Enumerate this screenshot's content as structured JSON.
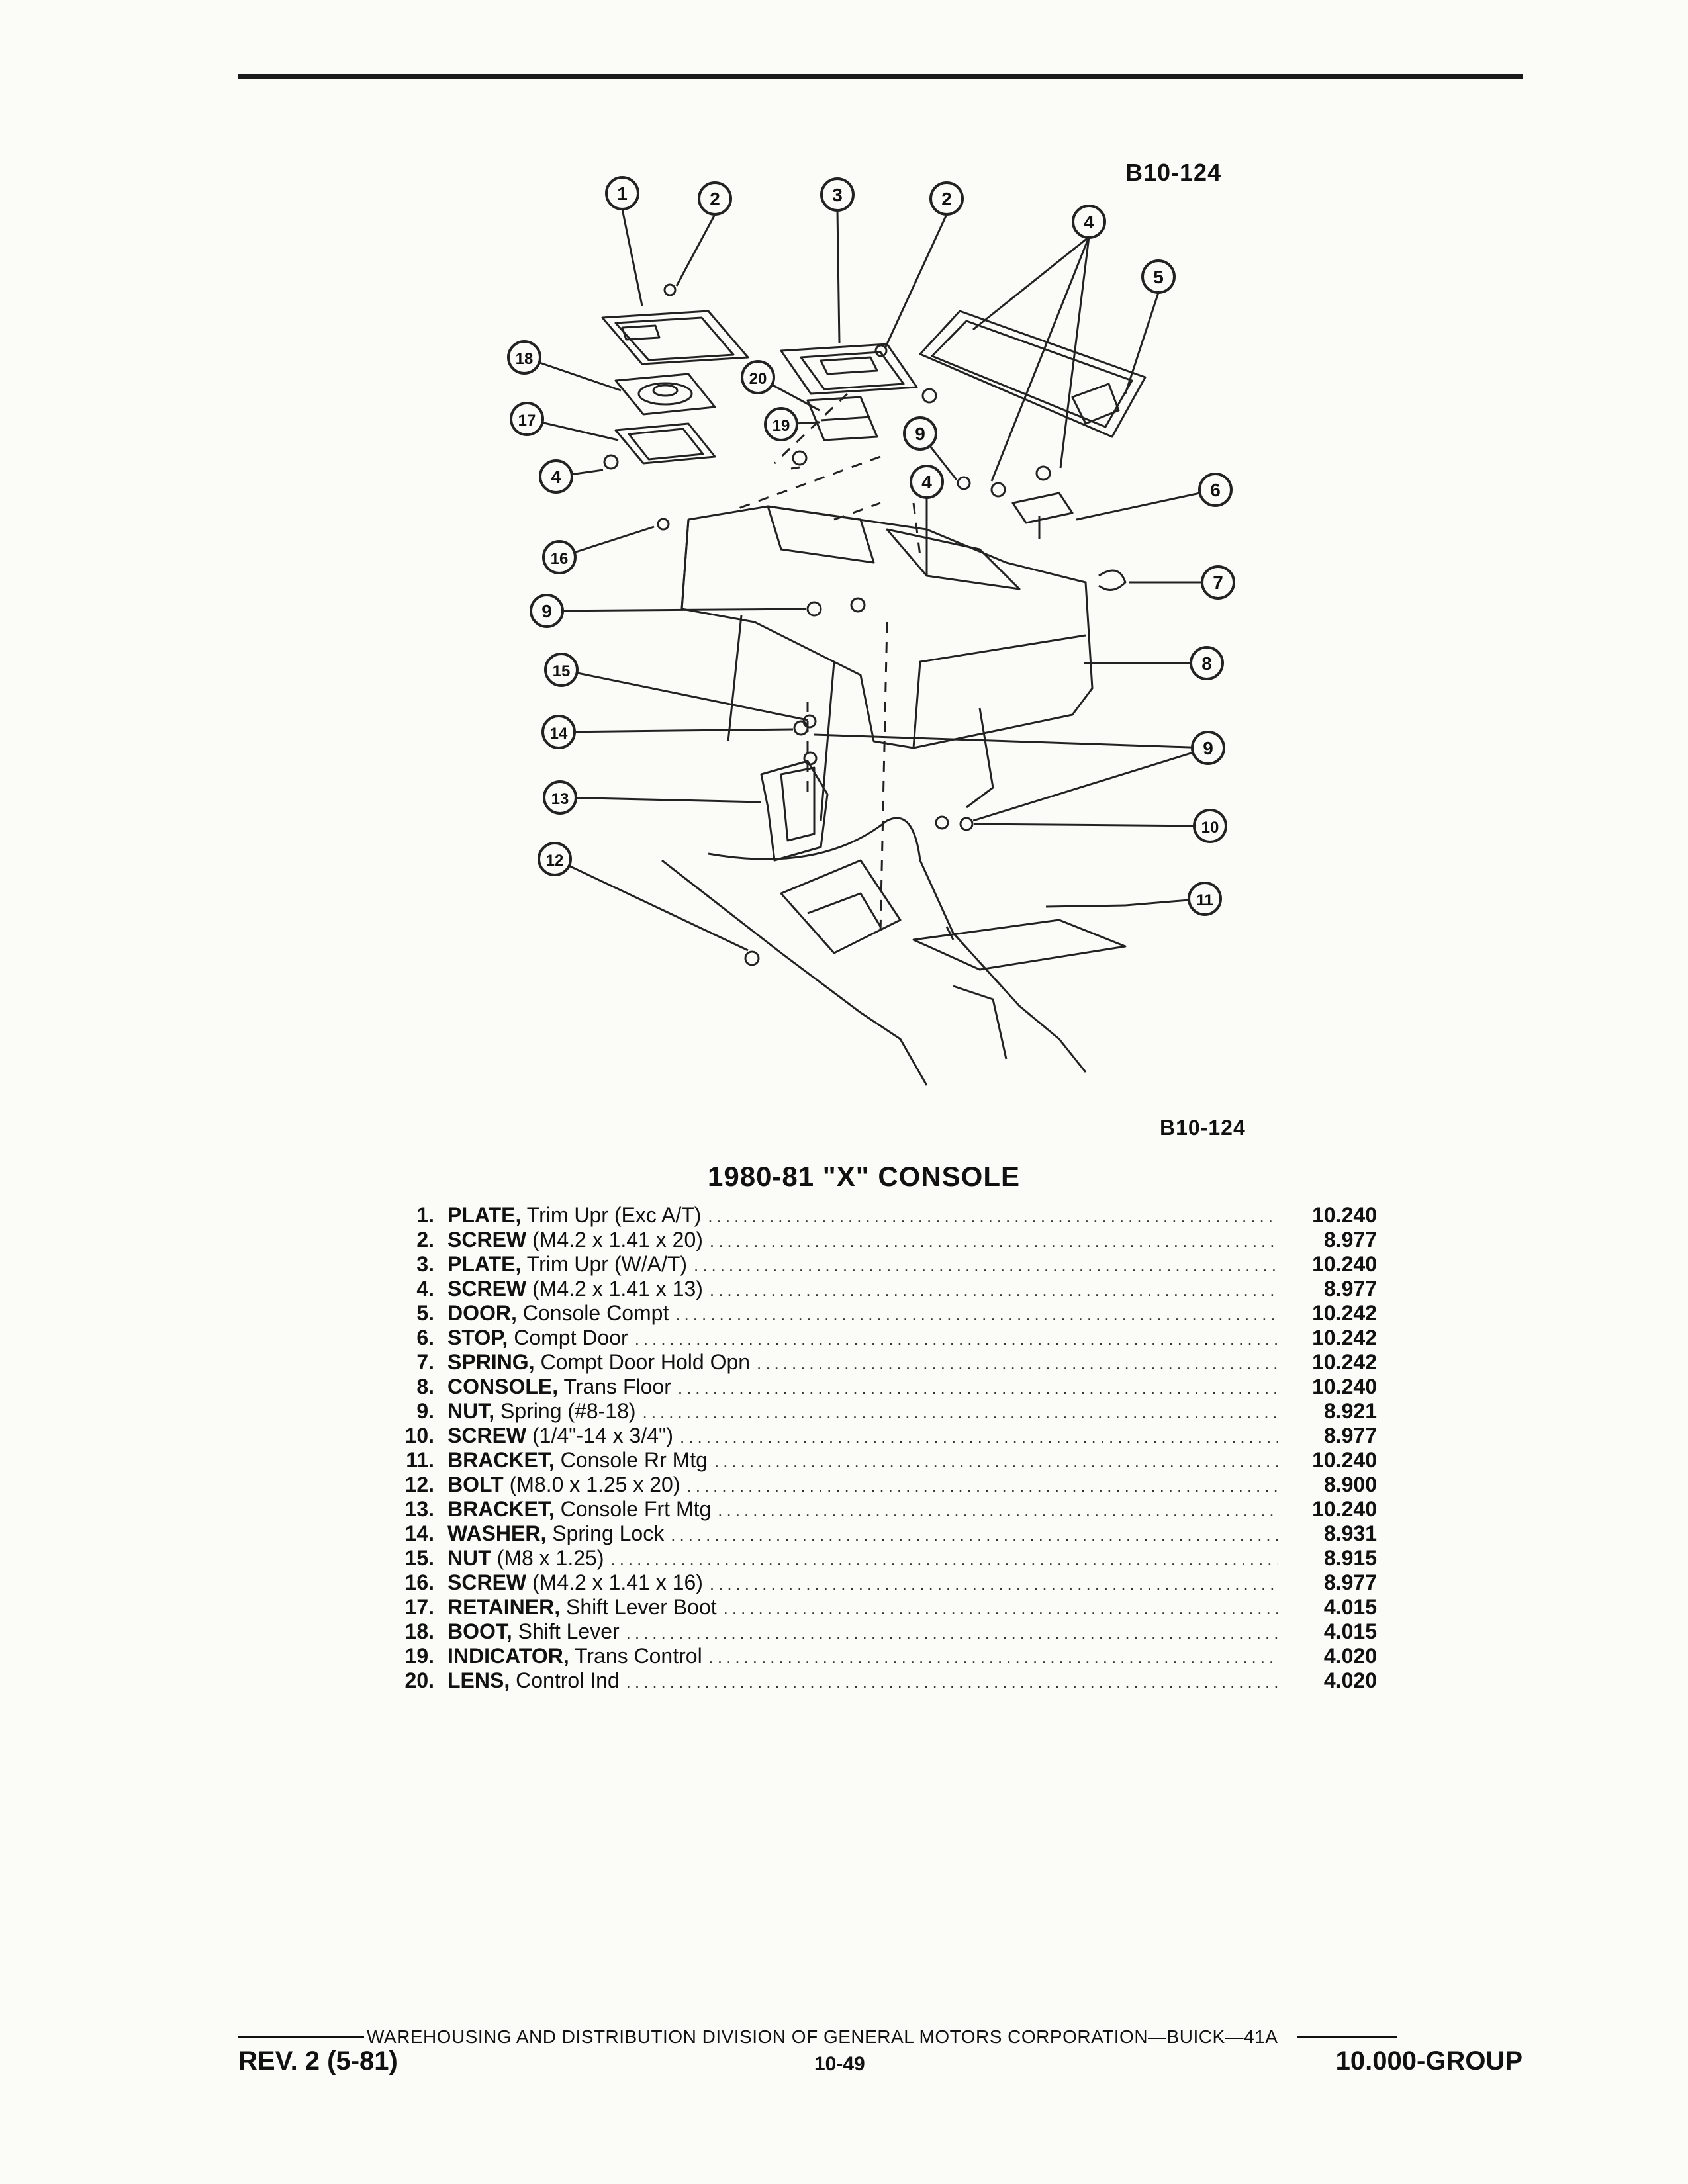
{
  "figure_code": "B10-124",
  "title": "1980-81 \"X\" CONSOLE",
  "callouts": [
    "1",
    "2",
    "3",
    "2",
    "4",
    "5",
    "18",
    "20",
    "17",
    "19",
    "9",
    "4",
    "4",
    "6",
    "16",
    "7",
    "9",
    "8",
    "15",
    "14",
    "9",
    "13",
    "10",
    "12",
    "11"
  ],
  "parts": [
    {
      "num": "1.",
      "name": "PLATE,",
      "desc": " Trim Upr (Exc A/T)",
      "ref": "10.240"
    },
    {
      "num": "2.",
      "name": "SCREW",
      "desc": " (M4.2 x 1.41 x 20)",
      "ref": "8.977"
    },
    {
      "num": "3.",
      "name": "PLATE,",
      "desc": " Trim Upr (W/A/T)",
      "ref": "10.240"
    },
    {
      "num": "4.",
      "name": "SCREW",
      "desc": " (M4.2 x 1.41 x 13)",
      "ref": "8.977"
    },
    {
      "num": "5.",
      "name": "DOOR,",
      "desc": " Console Compt",
      "ref": "10.242"
    },
    {
      "num": "6.",
      "name": "STOP,",
      "desc": " Compt Door",
      "ref": "10.242"
    },
    {
      "num": "7.",
      "name": "SPRING,",
      "desc": " Compt Door Hold Opn",
      "ref": "10.242"
    },
    {
      "num": "8.",
      "name": "CONSOLE,",
      "desc": " Trans Floor",
      "ref": "10.240"
    },
    {
      "num": "9.",
      "name": "NUT,",
      "desc": " Spring (#8-18)",
      "ref": "8.921"
    },
    {
      "num": "10.",
      "name": "SCREW",
      "desc": " (1/4\"-14 x 3/4\")",
      "ref": "8.977"
    },
    {
      "num": "11.",
      "name": "BRACKET,",
      "desc": " Console Rr Mtg",
      "ref": "10.240"
    },
    {
      "num": "12.",
      "name": "BOLT",
      "desc": " (M8.0 x 1.25 x 20)",
      "ref": "8.900"
    },
    {
      "num": "13.",
      "name": "BRACKET,",
      "desc": " Console Frt Mtg",
      "ref": "10.240"
    },
    {
      "num": "14.",
      "name": "WASHER,",
      "desc": " Spring Lock",
      "ref": "8.931"
    },
    {
      "num": "15.",
      "name": "NUT",
      "desc": " (M8 x 1.25)",
      "ref": "8.915"
    },
    {
      "num": "16.",
      "name": "SCREW",
      "desc": " (M4.2 x 1.41 x 16)",
      "ref": "8.977"
    },
    {
      "num": "17.",
      "name": "RETAINER,",
      "desc": " Shift Lever Boot",
      "ref": "4.015"
    },
    {
      "num": "18.",
      "name": "BOOT,",
      "desc": " Shift Lever",
      "ref": "4.015"
    },
    {
      "num": "19.",
      "name": "INDICATOR,",
      "desc": " Trans Control",
      "ref": "4.020"
    },
    {
      "num": "20.",
      "name": "LENS,",
      "desc": " Control Ind",
      "ref": "4.020"
    }
  ],
  "footer": {
    "division": "WAREHOUSING AND DISTRIBUTION  DIVISION OF GENERAL MOTORS CORPORATION—BUICK—41A",
    "revision": "REV. 2 (5-81)",
    "page": "10-49",
    "group": "10.000-GROUP"
  }
}
